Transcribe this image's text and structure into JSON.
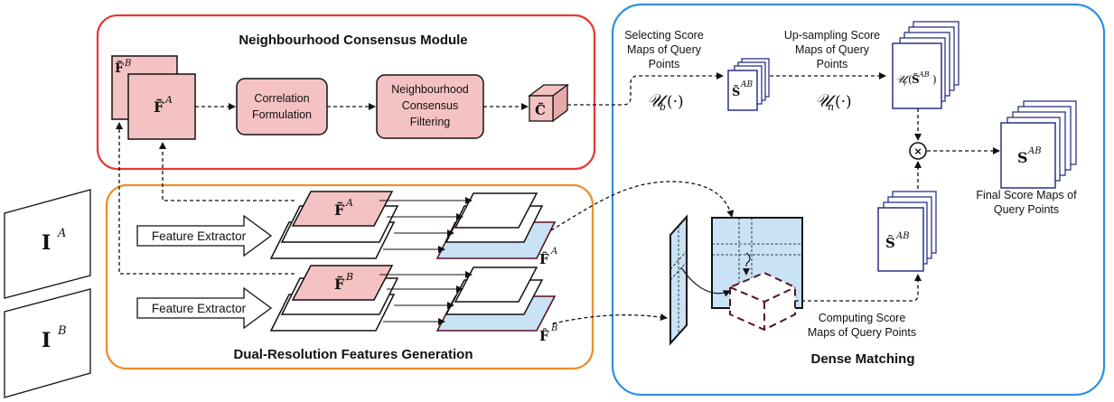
{
  "colors": {
    "ncm_border": "#e53935",
    "dual_border": "#f28c28",
    "dense_border": "#2f8ee0",
    "pink": "#f4c2c2",
    "light_blue": "#c9e2f5",
    "dark_red": "#5a1020",
    "blue_map": "#1a237e"
  },
  "modules": {
    "ncm_title": "Neighbourhood Consensus Module",
    "dual_title": "Dual-Resolution Features Generation",
    "dense_title": "Dense Matching"
  },
  "ncm": {
    "corr_line1": "Correlation",
    "corr_line2": "Formulation",
    "nc_line1": "Neighbourhood",
    "nc_line2": "Consensus",
    "nc_line3": "Filtering",
    "feat_b_base": "F̃",
    "feat_b_sup": "B",
    "feat_a_base": "F̃",
    "feat_a_sup": "A",
    "corr_tensor": "C̃"
  },
  "inputs": {
    "img_a_base": "I",
    "img_a_sup": "A",
    "img_b_base": "I",
    "img_b_sup": "B"
  },
  "dual": {
    "extractor_a": "Feature Extractor",
    "extractor_b": "Feature Extractor",
    "coarse_a_base": "F̃",
    "coarse_a_sup": "A",
    "coarse_b_base": "F̃",
    "coarse_b_sup": "B",
    "fine_a_base": "F̂",
    "fine_a_sup": "A",
    "fine_b_base": "F̂",
    "fine_b_sup": "B"
  },
  "dense": {
    "select_line1": "Selecting Score",
    "select_line2": "Maps of Query",
    "select_line3": "Points",
    "upsample_line1": "Up-sampling Score",
    "upsample_line2": "Maps of Query",
    "upsample_line3": "Points",
    "ub_main": "𝒰",
    "ub_sub": "b",
    "ub_arg": "(·)",
    "un_main": "𝒰",
    "un_sub": "n",
    "un_arg": "(·)",
    "s_tilde_base": "S̃",
    "s_tilde_sup": "AB",
    "ur_main": "𝒰",
    "ur_sub": "r",
    "ur_open": "(",
    "ur_s": "S̃",
    "ur_sup": "AB",
    "ur_close": ")",
    "s_hat_base": "Ŝ",
    "s_hat_sup": "AB",
    "final_base": "S",
    "final_sup": "AB",
    "multiply": "×",
    "final_line1": "Final Score Maps of",
    "final_line2": "Query Points",
    "compute_line1": "Computing Score",
    "compute_line2": "Maps of Query Points"
  }
}
